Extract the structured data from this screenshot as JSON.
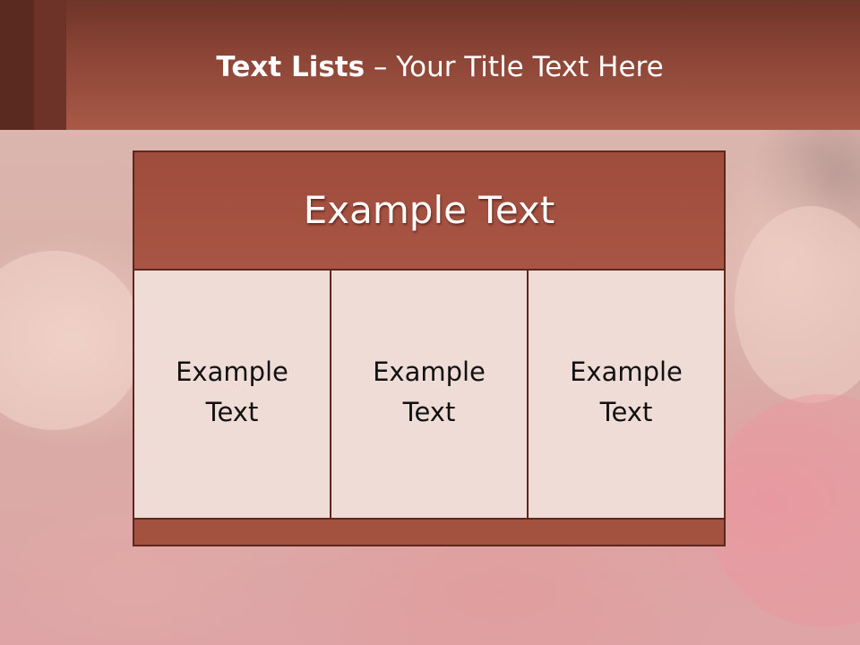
{
  "slide": {
    "title_bold": "Text Lists",
    "title_rest": " – Your Title Text Here"
  },
  "table": {
    "header": "Example Text",
    "cells": [
      "Example Text",
      "Example Text",
      "Example Text"
    ]
  },
  "colors": {
    "header_bar": "#a95947",
    "accent_dark": "#5a2a20",
    "table_header": "#a85544",
    "cell_fill": "#efdcd7",
    "border": "#5e271e"
  }
}
